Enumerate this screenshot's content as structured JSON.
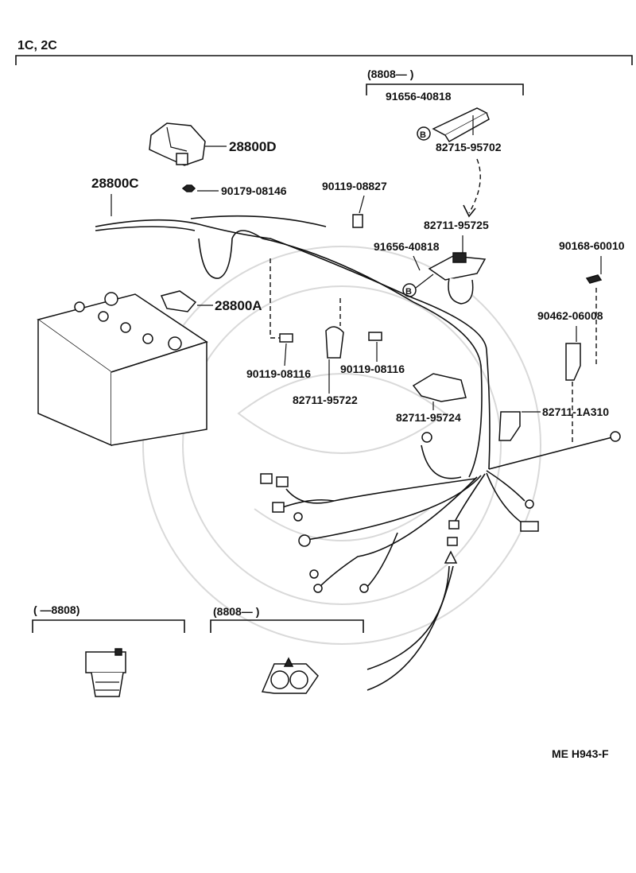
{
  "header": {
    "model": "1C, 2C"
  },
  "groups": {
    "top_range": "(8808—        )",
    "bottom_left_range": "(        —8808)",
    "bottom_right_range": "(8808—        )"
  },
  "parts": {
    "p1": "91656-40818",
    "p2": "82715-95702",
    "p3": "28800D",
    "p4": "28800C",
    "p5": "90179-08146",
    "p6": "90119-08827",
    "p7": "82711-95725",
    "p8": "91656-40818",
    "p9": "90168-60010",
    "p10": "28800A",
    "p11": "90462-06008",
    "p12": "90119-08116",
    "p13": "90119-08116",
    "p14": "82711-95722",
    "p15": "82711-95724",
    "p16": "82711-1A310"
  },
  "markers": {
    "b1": "B",
    "b2": "B"
  },
  "footer": {
    "code": "ME   H943-F"
  }
}
